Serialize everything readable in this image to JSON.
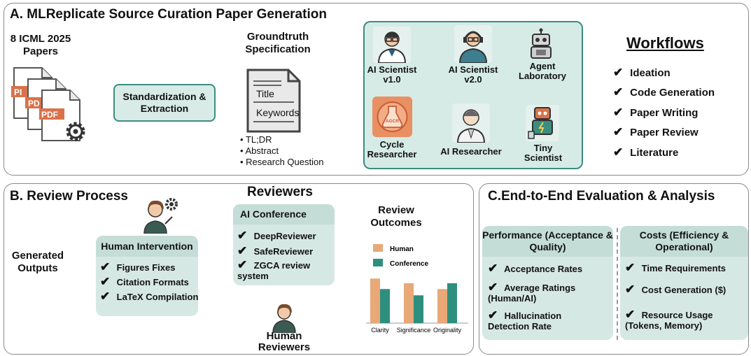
{
  "section_a": {
    "title": "A. MLReplicate Source Curation Paper Generation",
    "papers_label": "8 ICML 2025 Papers",
    "pdf_label": "PDF",
    "pdf_partial_1": "PI",
    "pdf_partial_2": "PD",
    "extraction_label": "Standardization & Extraction",
    "groundtruth_label": "Groundtruth Specification",
    "doc_title": "Title",
    "doc_keywords": "Keywords",
    "spec_items": [
      "TL;DR",
      "Abstract",
      "Research Question"
    ],
    "agents": [
      {
        "label": "AI Scientist v1.0"
      },
      {
        "label": "AI Scientist v2.0"
      },
      {
        "label": "Agent Laboratory"
      },
      {
        "label": "Cycle Researcher"
      },
      {
        "label": "AI Researcher"
      },
      {
        "label": "Tiny Scientist"
      }
    ],
    "flask_text": "AGCR",
    "workflows_title": "Workflows",
    "workflows": [
      "Ideation",
      "Code Generation",
      "Paper Writing",
      "Paper Review",
      "Literature"
    ]
  },
  "section_b": {
    "title": "B. Review Process",
    "generated_outputs": "Generated Outputs",
    "human_intervention_title": "Human Intervention",
    "human_intervention_items": [
      "Figures Fixes",
      "Citation Formats",
      "LaTeX Compilation"
    ],
    "reviewers_title": "Reviewers",
    "ai_conference_title": "AI Conference",
    "ai_conference_items": [
      "DeepReviewer",
      "SafeReviewer",
      "ZGCA review system"
    ],
    "human_reviewers": "Human Reviewers",
    "review_outcomes": "Review Outcomes"
  },
  "section_c": {
    "title": "C.End-to-End Evaluation & Analysis",
    "performance_title": "Performance (Acceptance & Quality)",
    "performance_items": [
      "Acceptance Rates",
      "Average Ratings (Human/AI)",
      "Hallucination Detection Rate"
    ],
    "costs_title": "Costs (Efficiency & Operational)",
    "costs_items": [
      "Time Requirements",
      "Cost Generation ($)",
      "Resource Usage (Tokens, Memory)"
    ]
  },
  "chart_data": {
    "type": "bar",
    "categories": [
      "Clarity",
      "Significance",
      "Originality"
    ],
    "series": [
      {
        "name": "Human",
        "values": [
          0.85,
          0.76,
          0.65
        ]
      },
      {
        "name": "Conference",
        "values": [
          0.65,
          0.53,
          0.76
        ]
      }
    ],
    "colors": {
      "Human": "#e8a878",
      "Conference": "#2e8f7e"
    },
    "ylim": [
      0,
      1
    ],
    "legend": "top-left"
  },
  "colors": {
    "teal": "#3d8c80",
    "teal_light": "#d8ebe7",
    "peach": "#e8a878",
    "pdf_orange": "#d9724a"
  }
}
